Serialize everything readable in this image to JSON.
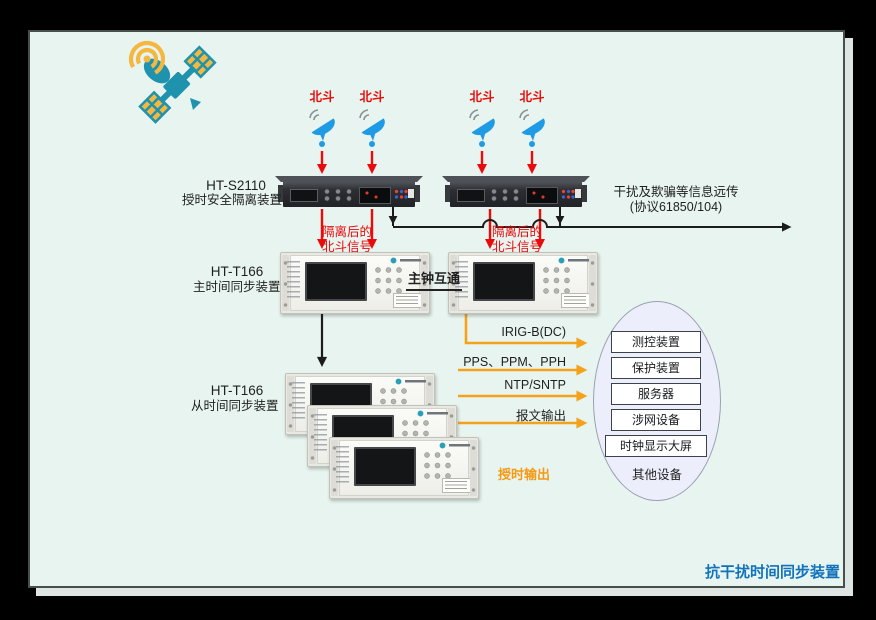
{
  "antennas": [
    {
      "label": "北斗"
    },
    {
      "label": "北斗"
    },
    {
      "label": "北斗"
    },
    {
      "label": "北斗"
    }
  ],
  "isolation_device": {
    "model": "HT-S2110",
    "name": "授时安全隔离装置"
  },
  "isolated_signal": {
    "line1": "隔离后的",
    "line2": "北斗信号"
  },
  "remote_transfer": {
    "line1": "干扰及欺骗等信息远传",
    "line2": "(协议61850/104)"
  },
  "master_device": {
    "model": "HT-T166",
    "name": "主时间同步装置",
    "interconnect_label": "主钟互通"
  },
  "slave_device": {
    "model": "HT-T166",
    "name": "从时间同步装置"
  },
  "outputs": [
    {
      "label": "IRIG-B(DC)"
    },
    {
      "label": "PPS、PPM、PPH"
    },
    {
      "label": "NTP/SNTP"
    },
    {
      "label": "报文输出"
    }
  ],
  "timing_output_label": "授时输出",
  "consumers": {
    "boxes": [
      "测控装置",
      "保护装置",
      "服务器",
      "涉网设备",
      "时钟显示大屏"
    ],
    "other_label": "其他设备"
  },
  "footer": {
    "title": "抗干扰时间同步装置"
  },
  "colors": {
    "panel_bg": "#e8f4ef",
    "signal_red": "#ea0b0b",
    "output_orange": "#f5a21b",
    "title_blue": "#1173bb",
    "antenna_blue": "#1e9be4",
    "satellite_teal": "#1f93ad",
    "satellite_yellow": "#f4b73f"
  }
}
